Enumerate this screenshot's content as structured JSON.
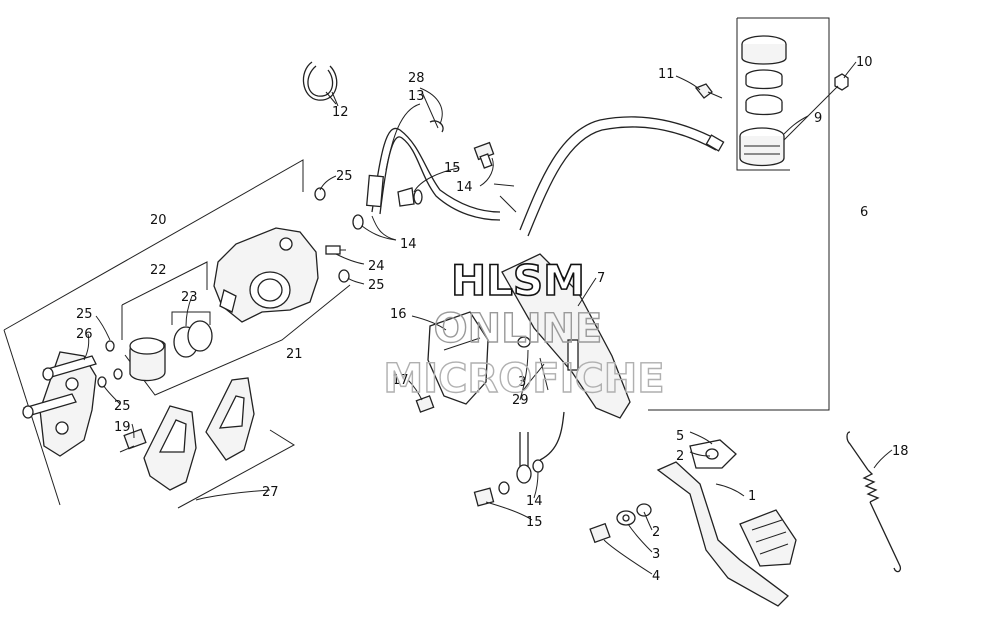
{
  "watermark": {
    "line1": "HLSM",
    "line2": "ONLINE",
    "line3": "MICROFICHE"
  },
  "callouts": {
    "c1": "1",
    "c2a": "2",
    "c2b": "2",
    "c3a": "3",
    "c3b": "3",
    "c4": "4",
    "c5": "5",
    "c6": "6",
    "c7": "7",
    "c9": "9",
    "c10": "10",
    "c11": "11",
    "c12": "12",
    "c13": "13",
    "c14a": "14",
    "c14b": "14",
    "c14c": "14",
    "c15a": "15",
    "c15b": "15",
    "c16": "16",
    "c17": "17",
    "c18": "18",
    "c19": "19",
    "c20": "20",
    "c21": "21",
    "c22": "22",
    "c23": "23",
    "c24": "24",
    "c25a": "25",
    "c25b": "25",
    "c25c": "25",
    "c25d": "25",
    "c26": "26",
    "c27": "27",
    "c28": "28",
    "c29": "29"
  }
}
